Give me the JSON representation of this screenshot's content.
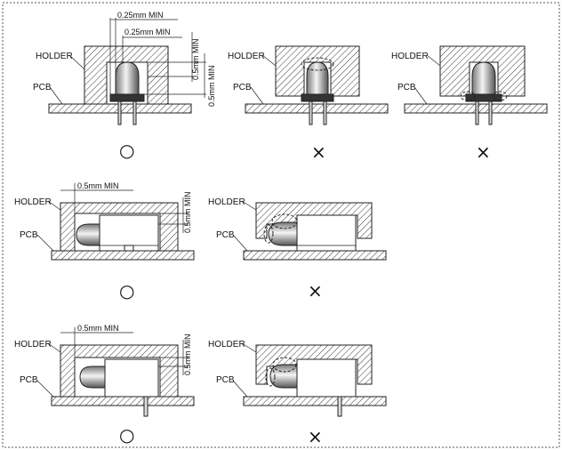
{
  "labels": {
    "holder": "HOLDER",
    "pcb": "PCB"
  },
  "dimensions": {
    "d_025_top": "0.25mm  MIN",
    "d_025_second": "0.25mm  MIN",
    "d_05_vert_a": "0.5mm  MIN",
    "d_05_vert_b": "0.5mm  MIN",
    "d_05_horiz": "0.5mm  MIN",
    "d_05_vert_side": "0.5mm  MIN"
  },
  "marks": {
    "ok": "○",
    "ng": "×"
  },
  "rows": [
    {
      "panels": [
        {
          "mark": "ok",
          "type": "vertical-correct"
        },
        {
          "mark": "ng",
          "type": "vertical-wide-hole"
        },
        {
          "mark": "ng",
          "type": "vertical-tight-base"
        }
      ]
    },
    {
      "panels": [
        {
          "mark": "ok",
          "type": "horizontal-correct"
        },
        {
          "mark": "ng",
          "type": "horizontal-tight"
        }
      ]
    },
    {
      "panels": [
        {
          "mark": "ok",
          "type": "horizontal-throughhole-correct"
        },
        {
          "mark": "ng",
          "type": "horizontal-throughhole-tight"
        }
      ]
    }
  ]
}
